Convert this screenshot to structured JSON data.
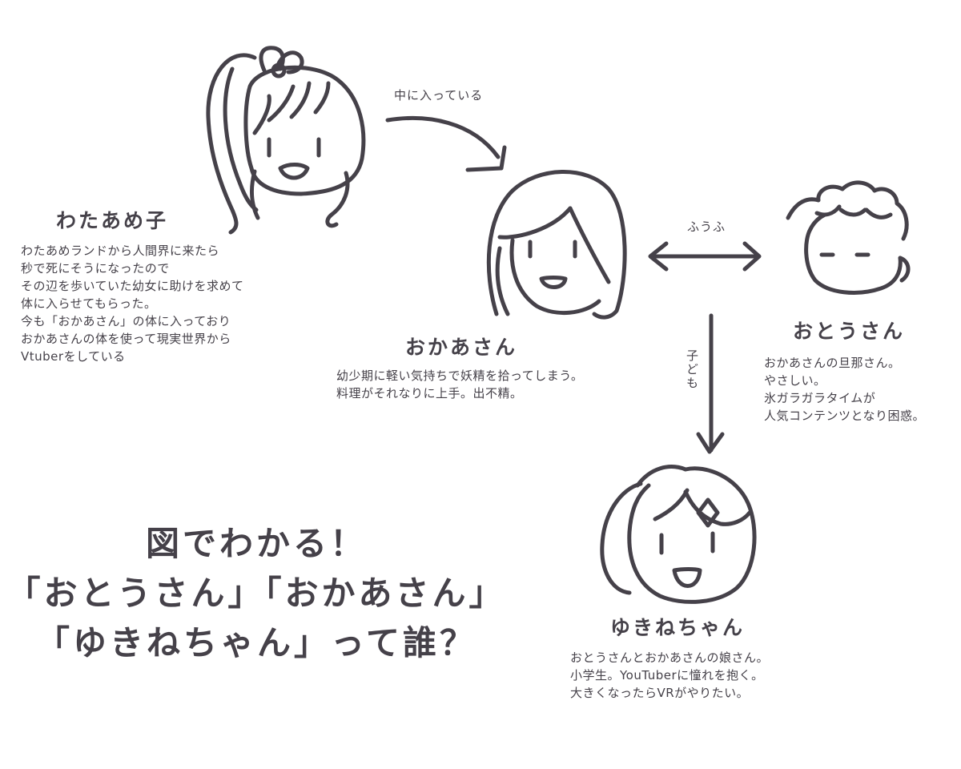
{
  "characters": {
    "wataameko": {
      "name": "わたあめ子",
      "lines": [
        "わたあめランドから人間界に来たら",
        "秒で死にそうになったので",
        "その辺を歩いていた幼女に助けを求めて",
        "体に入らせてもらった。",
        "今も「おかあさん」の体に入っており",
        "おかあさんの体を使って現実世界から",
        "Vtuberをしている"
      ]
    },
    "okaasan": {
      "name": "おかあさん",
      "lines": [
        "幼少期に軽い気持ちで妖精を拾ってしまう。",
        "料理がそれなりに上手。出不精。"
      ]
    },
    "otousan": {
      "name": "おとうさん",
      "lines": [
        "おかあさんの旦那さん。",
        "やさしい。",
        "氷ガラガラタイムが",
        "人気コンテンツとなり困惑。"
      ]
    },
    "yukinechan": {
      "name": "ゆきねちゃん",
      "lines": [
        "おとうさんとおかあさんの娘さん。",
        "小学生。YouTuberに憧れを抱く。",
        "大きくなったらVRがやりたい。"
      ]
    }
  },
  "relations": {
    "inside": "中に入っている",
    "married": "ふうふ",
    "child": "子ども"
  },
  "title": {
    "lines": [
      "図でわかる！",
      "「おとうさん」「おかあさん」",
      "「ゆきねちゃん」って誰？"
    ]
  },
  "colors": {
    "ink": "#454149",
    "background": "#ffffff"
  }
}
